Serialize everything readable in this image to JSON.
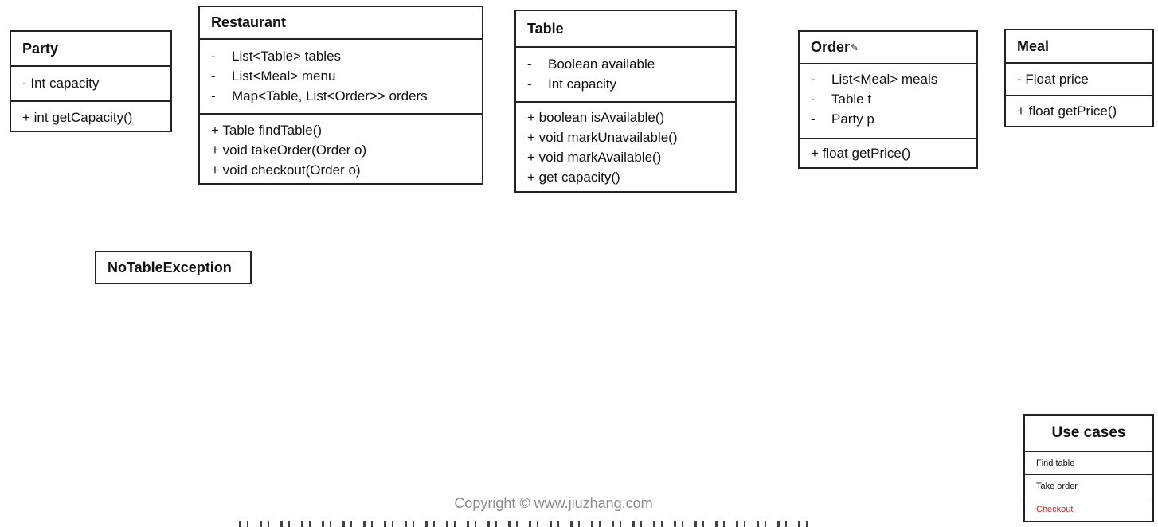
{
  "classes": {
    "party": {
      "name": "Party",
      "attributes": [
        "- Int capacity"
      ],
      "methods": [
        "+ int getCapacity()"
      ]
    },
    "restaurant": {
      "name": "Restaurant",
      "attributes": [
        "List<Table> tables",
        "List<Meal> menu",
        "Map<Table, List<Order>> orders"
      ],
      "methods": [
        "+ Table findTable()",
        "+ void takeOrder(Order o)",
        "+ void checkout(Order o)"
      ]
    },
    "table": {
      "name": "Table",
      "attributes": [
        "Boolean available",
        "Int capacity"
      ],
      "methods": [
        "+ boolean isAvailable()",
        "+ void markUnavailable()",
        "+ void markAvailable()",
        "+ get capacity()"
      ]
    },
    "order": {
      "name": "Order",
      "attributes": [
        "List<Meal> meals",
        "Table t",
        "Party p"
      ],
      "methods": [
        "+ float getPrice()"
      ]
    },
    "meal": {
      "name": "Meal",
      "attributes": [
        "- Float price"
      ],
      "methods": [
        "+ float getPrice()"
      ]
    },
    "no_table_exception": {
      "name": "NoTableException"
    }
  },
  "dash": "-",
  "pencil_icon": "✎",
  "use_cases": {
    "title": "Use cases",
    "items": [
      "Find table",
      "Take order",
      "Checkout"
    ],
    "active_index": 2,
    "active_color": "#e02020"
  },
  "copyright": "Copyright © www.jiuzhang.com"
}
